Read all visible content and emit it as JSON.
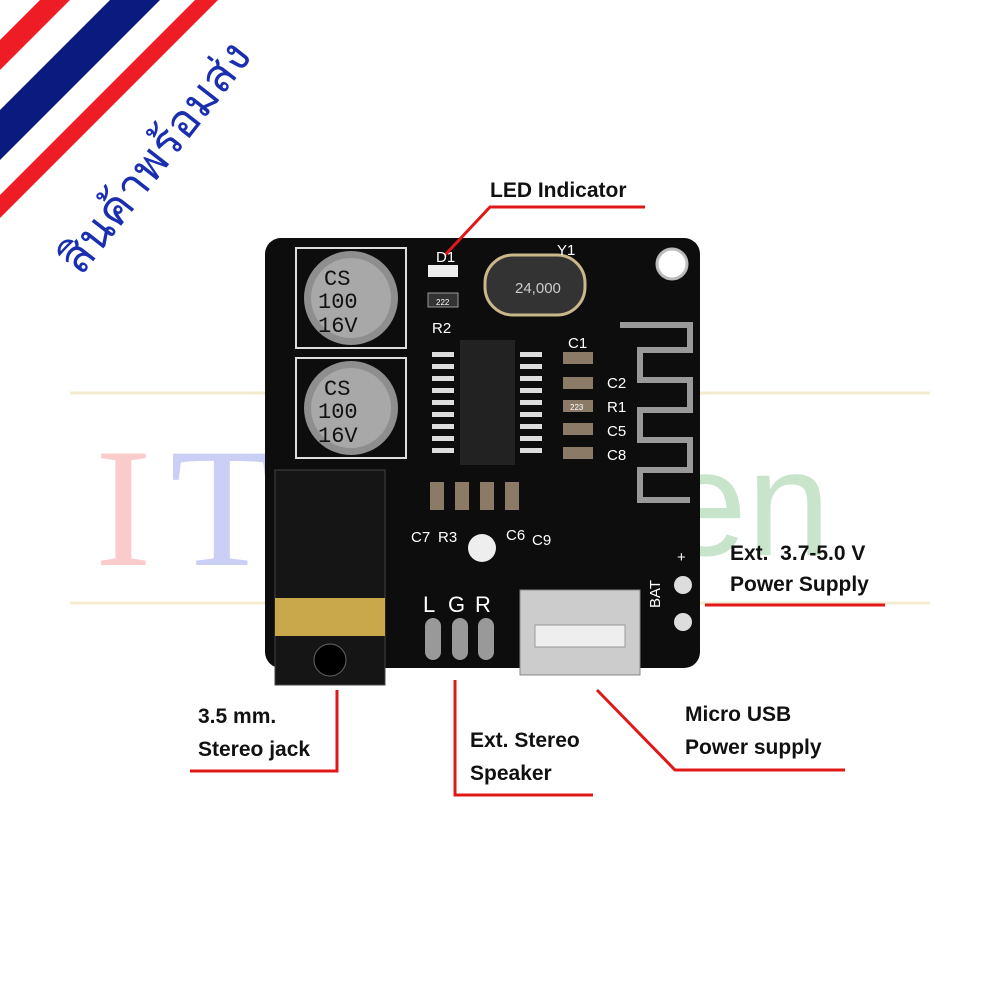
{
  "banner": {
    "text": "สินค้าพร้อมส่ง",
    "flag_colors": [
      "#ee1c25",
      "#ffffff",
      "#0a1a7f"
    ]
  },
  "watermark": {
    "text": "IT Garden"
  },
  "board": {
    "capacitors": [
      {
        "brand": "CS",
        "value": "100",
        "voltage": "16V"
      },
      {
        "brand": "CS",
        "value": "100",
        "voltage": "16V"
      }
    ],
    "silkscreen": {
      "d1": "D1",
      "y1": "Y1",
      "crystal": "24,000",
      "r2": "R2",
      "r2_code": "222",
      "r1_code": "223",
      "c1": "C1",
      "c2": "C2",
      "r1": "R1",
      "c5": "C5",
      "c8": "C8",
      "c7": "C7",
      "r3": "R3",
      "c6": "C6",
      "c9": "C9",
      "l": "L",
      "g": "G",
      "r": "R",
      "bat": "BAT",
      "plus": "+"
    }
  },
  "callouts": {
    "led": "LED Indicator",
    "ext_power_1": "Ext.  3.7-5.0 V",
    "ext_power_2": "Power Supply",
    "jack_1": "3.5 mm.",
    "jack_2": "Stereo jack",
    "speaker_1": "Ext. Stereo",
    "speaker_2": "Speaker",
    "usb_1": "Micro USB",
    "usb_2": "Power supply"
  },
  "colors": {
    "callout_line": "#e01818",
    "board": "#0d0d0d"
  }
}
